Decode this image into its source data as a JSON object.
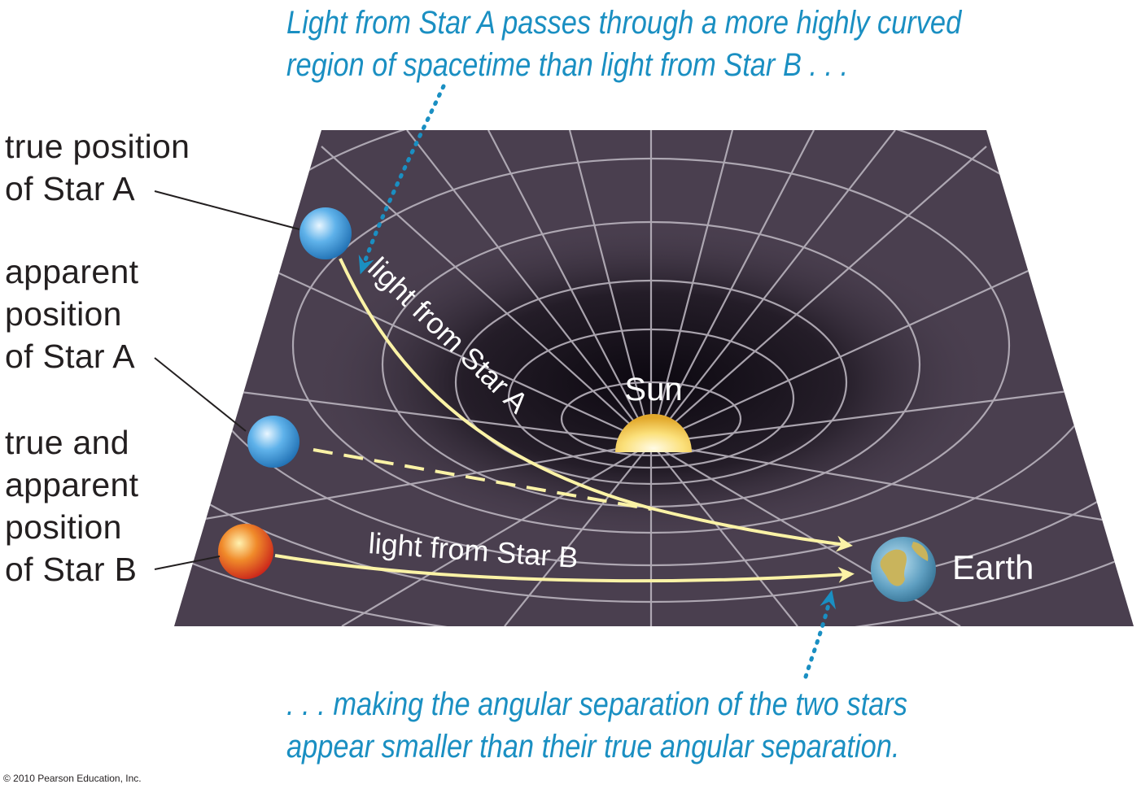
{
  "captions": {
    "top": [
      "Light from Star A passes through a more highly curved",
      "region of spacetime than light from Star B . . ."
    ],
    "bottom": [
      ". . . making the angular separation of the two stars",
      "appear smaller than their true angular separation."
    ]
  },
  "labels": {
    "true_star_a": [
      "true position",
      "of Star A"
    ],
    "apparent_star_a": [
      "apparent",
      "position",
      "of Star A"
    ],
    "star_b": [
      "true and",
      "apparent",
      "position",
      "of Star B"
    ],
    "sun": "Sun",
    "earth": "Earth",
    "light_star_a": "light from Star A",
    "light_star_b": "light from Star B"
  },
  "credit": "© 2010 Pearson Education, Inc.",
  "colors": {
    "fabric": "#4a3f4f",
    "grid": "#b9b3bd",
    "light_path": "#fbf3a6",
    "caption": "#1a8fc2",
    "star_a": "#4aa3e0",
    "star_b": "#e8401e",
    "sun": "#f6d25a"
  }
}
